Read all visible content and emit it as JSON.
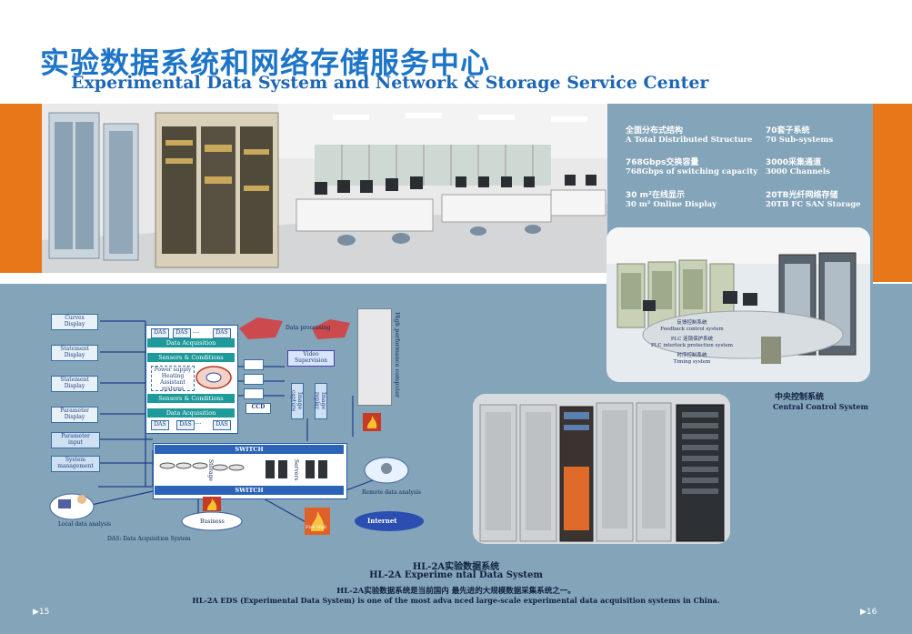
{
  "header": {
    "title_cn": "实验数据系统和网络存储服务中心",
    "title_en": "Experimental Data System and Network & Storage Service Center"
  },
  "stats": [
    {
      "cn": "全面分布式结构",
      "en": "A Total Distributed Structure"
    },
    {
      "cn": "70套子系统",
      "en": "70 Sub-systems"
    },
    {
      "cn": "768Gbps交换容量",
      "en": "768Gbps of switching capacity"
    },
    {
      "cn": "3000采集通道",
      "en": "3000 Channels"
    },
    {
      "cn": "30 m²在线显示",
      "en": "30 m² Online Display"
    },
    {
      "cn": "20TB光纤网络存储",
      "en": "20TB FC SAN Storage"
    }
  ],
  "control_room": {
    "labels": [
      "反馈控制系统",
      "Feedback control system",
      "PLC 连锁保护系统",
      "PLC interlock protection system",
      "时序控制系统",
      "Timing system"
    ],
    "caption_cn": "中央控制系统",
    "caption_en": "Central Control System"
  },
  "diagram": {
    "left_boxes": [
      {
        "l1": "Curves",
        "l2": "Display"
      },
      {
        "l1": "Statement",
        "l2": "Display"
      },
      {
        "l1": "Statement",
        "l2": "Display"
      },
      {
        "l1": "Parameter",
        "l2": "Display"
      },
      {
        "l1": "Parameter",
        "l2": "input"
      },
      {
        "l1": "System",
        "l2": "management"
      }
    ],
    "das": "DAS",
    "dots": "....",
    "data_acquisition": "Data Acquisition",
    "sensors": "Sensors & Conditions",
    "power_lines": [
      "Power supply",
      "Heating",
      "Assistant systems"
    ],
    "data_processing": "Data processing",
    "video": "Video Supervision",
    "ccd": "CCD",
    "image_capture": "Image capture",
    "image_replay": "Image replay",
    "hpc": "High performance computer",
    "switch": "SWITCH",
    "storage": "Storage",
    "servers": "Servers",
    "remote": "Remote data analysis",
    "business": "Business",
    "firewall": "Fire Wall",
    "internet": "Internet",
    "local": "Local data analysis",
    "das_note": "DAS: Data Acquisition System"
  },
  "caption": {
    "cn_title": "HL-2A实验数据系统",
    "en_title": "HL-2A Experime ntal Data System",
    "cn_desc": "HL-2A实验数据系统是当前国内 最先进的大规模数据采集系统之一。",
    "en_desc": "HL-2A EDS (Experimental Data System) is one of the most adva nced large-scale experimental data acquisition systems in China."
  },
  "page_numbers": {
    "left": "15",
    "right": "16"
  }
}
